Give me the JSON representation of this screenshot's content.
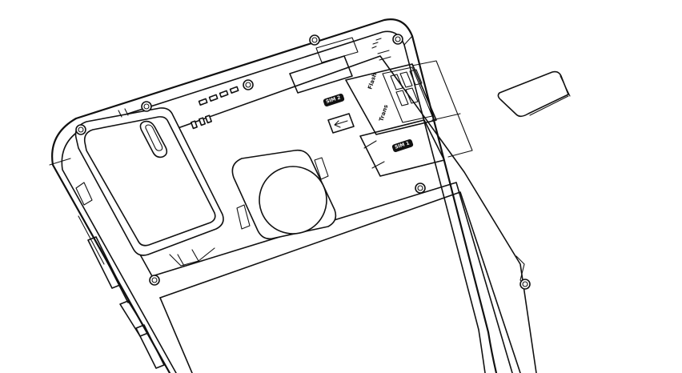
{
  "diagram": {
    "tray_label_top": "Flash",
    "tray_label_bottom": "Trans",
    "sim_slot_tag_1": "SIM 2",
    "sim_slot_tag_2": "SIM 1"
  },
  "colors": {
    "line": "#111111",
    "background": "#ffffff"
  }
}
